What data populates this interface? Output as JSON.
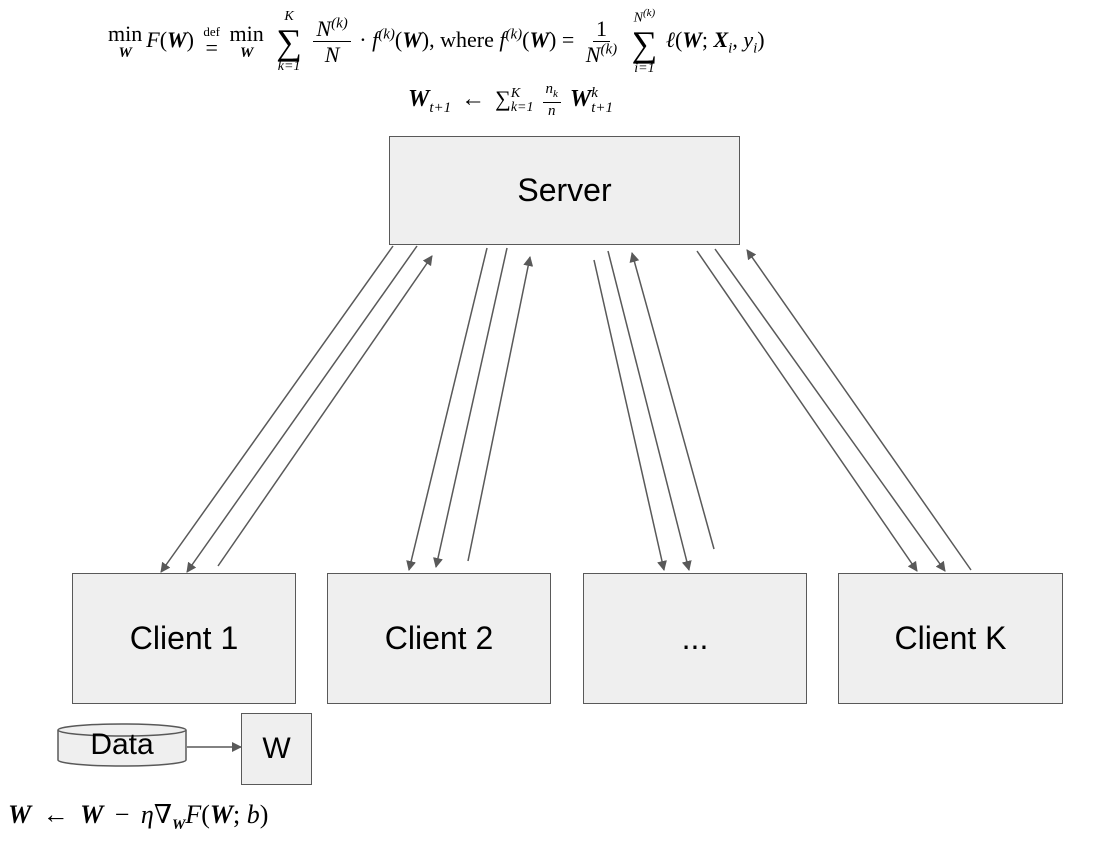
{
  "equations": {
    "objective": {
      "min": "min",
      "min_sub": "W",
      "lhs_F": "F",
      "W": "W",
      "defeq_over": "def",
      "defeq": "=",
      "sum_upper": "K",
      "sum_lower": "k=1",
      "frac_num_N": "N",
      "sup_k": "(k)",
      "frac_den": "N",
      "dot": "·",
      "f": "f",
      "where": ", where ",
      "equals": "=",
      "one": "1",
      "sum2_upper_N": "N",
      "sum2_lower": "i=1",
      "ell": "ℓ",
      "Xi_X": "X",
      "i": "i",
      "y": "y"
    },
    "aggregation": {
      "W": "W",
      "sub_t1": "t+1",
      "arrow": "←",
      "sum_lower": "k=1",
      "sum_upper": "K",
      "nk_n": "n",
      "nk_k": "k",
      "n": "n",
      "sup_k": "k"
    },
    "local_update": {
      "W": "W",
      "arrow": "←",
      "minus": "−",
      "eta": "η",
      "nabla": "∇",
      "F": "F",
      "b": "b"
    }
  },
  "nodes": {
    "server": "Server",
    "clients": [
      "Client 1",
      "Client 2",
      "...",
      "Client K"
    ],
    "data": "Data",
    "weights": "W"
  },
  "colors": {
    "box_fill": "#efefef",
    "box_border": "#595959",
    "arrow": "#595959"
  }
}
